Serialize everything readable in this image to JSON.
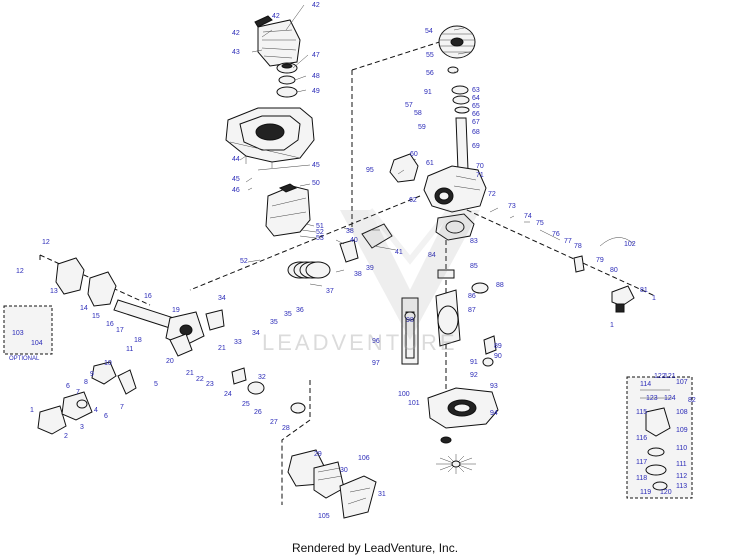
{
  "footer": {
    "text": "Rendered by LeadVenture, Inc."
  },
  "watermark": {
    "text": "LEADVENTURE"
  },
  "optional_label": "OPTIONAL",
  "callouts": [
    {
      "id": "c42a",
      "label": "42"
    },
    {
      "id": "c42b",
      "label": "42"
    },
    {
      "id": "c42c",
      "label": "42"
    },
    {
      "id": "c43",
      "label": "43"
    },
    {
      "id": "c47",
      "label": "47"
    },
    {
      "id": "c48",
      "label": "48"
    },
    {
      "id": "c49",
      "label": "49"
    },
    {
      "id": "c44",
      "label": "44"
    },
    {
      "id": "c45a",
      "label": "45"
    },
    {
      "id": "c45b",
      "label": "45"
    },
    {
      "id": "c46",
      "label": "46"
    },
    {
      "id": "c50",
      "label": "50"
    },
    {
      "id": "c51",
      "label": "51"
    },
    {
      "id": "c52a",
      "label": "52"
    },
    {
      "id": "c53",
      "label": "53"
    },
    {
      "id": "c52b",
      "label": "52"
    },
    {
      "id": "c54",
      "label": "54"
    },
    {
      "id": "c55",
      "label": "55"
    },
    {
      "id": "c56",
      "label": "56"
    },
    {
      "id": "c91",
      "label": "91"
    },
    {
      "id": "c57",
      "label": "57"
    },
    {
      "id": "c58",
      "label": "58"
    },
    {
      "id": "c59",
      "label": "59"
    },
    {
      "id": "c60",
      "label": "60"
    },
    {
      "id": "c61",
      "label": "61"
    },
    {
      "id": "c62",
      "label": "62"
    },
    {
      "id": "c63",
      "label": "63"
    },
    {
      "id": "c64",
      "label": "64"
    },
    {
      "id": "c65",
      "label": "65"
    },
    {
      "id": "c66",
      "label": "66"
    },
    {
      "id": "c67",
      "label": "67"
    },
    {
      "id": "c68",
      "label": "68"
    },
    {
      "id": "c69",
      "label": "69"
    },
    {
      "id": "c70",
      "label": "70"
    },
    {
      "id": "c71",
      "label": "71"
    },
    {
      "id": "c72",
      "label": "72"
    },
    {
      "id": "c73",
      "label": "73"
    },
    {
      "id": "c74",
      "label": "74"
    },
    {
      "id": "c75",
      "label": "75"
    },
    {
      "id": "c76",
      "label": "76"
    },
    {
      "id": "c77",
      "label": "77"
    },
    {
      "id": "c78",
      "label": "78"
    },
    {
      "id": "c79",
      "label": "79"
    },
    {
      "id": "c80",
      "label": "80"
    },
    {
      "id": "c81",
      "label": "81"
    },
    {
      "id": "c1a",
      "label": "1"
    },
    {
      "id": "c1b",
      "label": "1"
    },
    {
      "id": "c102",
      "label": "102"
    },
    {
      "id": "c95",
      "label": "95"
    },
    {
      "id": "c38",
      "label": "38"
    },
    {
      "id": "c40",
      "label": "40"
    },
    {
      "id": "c41",
      "label": "41"
    },
    {
      "id": "c39",
      "label": "39"
    },
    {
      "id": "c38b",
      "label": "38"
    },
    {
      "id": "c37",
      "label": "37"
    },
    {
      "id": "c83",
      "label": "83"
    },
    {
      "id": "c84",
      "label": "84"
    },
    {
      "id": "c85",
      "label": "85"
    },
    {
      "id": "c88",
      "label": "88"
    },
    {
      "id": "c86",
      "label": "86"
    },
    {
      "id": "c87",
      "label": "87"
    },
    {
      "id": "c98",
      "label": "98"
    },
    {
      "id": "c96",
      "label": "96"
    },
    {
      "id": "c97",
      "label": "97"
    },
    {
      "id": "c89",
      "label": "89"
    },
    {
      "id": "c90",
      "label": "90"
    },
    {
      "id": "c91b",
      "label": "91"
    },
    {
      "id": "c92",
      "label": "92"
    },
    {
      "id": "c93",
      "label": "93"
    },
    {
      "id": "c100",
      "label": "100"
    },
    {
      "id": "c101",
      "label": "101"
    },
    {
      "id": "c94",
      "label": "94"
    },
    {
      "id": "c12a",
      "label": "12"
    },
    {
      "id": "c12b",
      "label": "12"
    },
    {
      "id": "c13",
      "label": "13"
    },
    {
      "id": "c14",
      "label": "14"
    },
    {
      "id": "c15",
      "label": "15"
    },
    {
      "id": "c16a",
      "label": "16"
    },
    {
      "id": "c16b",
      "label": "16"
    },
    {
      "id": "c17",
      "label": "17"
    },
    {
      "id": "c18",
      "label": "18"
    },
    {
      "id": "c19",
      "label": "19"
    },
    {
      "id": "c20",
      "label": "20"
    },
    {
      "id": "c11",
      "label": "11"
    },
    {
      "id": "c34a",
      "label": "34"
    },
    {
      "id": "c36",
      "label": "36"
    },
    {
      "id": "c35a",
      "label": "35"
    },
    {
      "id": "c35b",
      "label": "35"
    },
    {
      "id": "c34b",
      "label": "34"
    },
    {
      "id": "c33",
      "label": "33"
    },
    {
      "id": "c103",
      "label": "103"
    },
    {
      "id": "c104",
      "label": "104"
    },
    {
      "id": "c10",
      "label": "10"
    },
    {
      "id": "c9",
      "label": "9"
    },
    {
      "id": "c8",
      "label": "8"
    },
    {
      "id": "c7a",
      "label": "7"
    },
    {
      "id": "c7b",
      "label": "7"
    },
    {
      "id": "c6a",
      "label": "6"
    },
    {
      "id": "c6b",
      "label": "6"
    },
    {
      "id": "c5",
      "label": "5"
    },
    {
      "id": "c4",
      "label": "4"
    },
    {
      "id": "c3",
      "label": "3"
    },
    {
      "id": "c2",
      "label": "2"
    },
    {
      "id": "c1c",
      "label": "1"
    },
    {
      "id": "c21a",
      "label": "21"
    },
    {
      "id": "c21b",
      "label": "21"
    },
    {
      "id": "c22",
      "label": "22"
    },
    {
      "id": "c23",
      "label": "23"
    },
    {
      "id": "c32",
      "label": "32"
    },
    {
      "id": "c24",
      "label": "24"
    },
    {
      "id": "c25",
      "label": "25"
    },
    {
      "id": "c26",
      "label": "26"
    },
    {
      "id": "c27",
      "label": "27"
    },
    {
      "id": "c28",
      "label": "28"
    },
    {
      "id": "c29",
      "label": "29"
    },
    {
      "id": "c30",
      "label": "30"
    },
    {
      "id": "c31",
      "label": "31"
    },
    {
      "id": "c82",
      "label": "82"
    },
    {
      "id": "c105",
      "label": "105"
    },
    {
      "id": "c106",
      "label": "106"
    },
    {
      "id": "c107",
      "label": "107"
    },
    {
      "id": "c108",
      "label": "108"
    },
    {
      "id": "c109",
      "label": "109"
    },
    {
      "id": "c110",
      "label": "110"
    },
    {
      "id": "c111",
      "label": "111"
    },
    {
      "id": "c112",
      "label": "112"
    },
    {
      "id": "c113",
      "label": "113"
    },
    {
      "id": "c114",
      "label": "114"
    },
    {
      "id": "c115",
      "label": "115"
    },
    {
      "id": "c116",
      "label": "116"
    },
    {
      "id": "c117",
      "label": "117"
    },
    {
      "id": "c118",
      "label": "118"
    },
    {
      "id": "c119",
      "label": "119"
    },
    {
      "id": "c120",
      "label": "120"
    },
    {
      "id": "c121",
      "label": "121"
    },
    {
      "id": "c122",
      "label": "122"
    },
    {
      "id": "c123",
      "label": "123"
    },
    {
      "id": "c124",
      "label": "124"
    }
  ]
}
